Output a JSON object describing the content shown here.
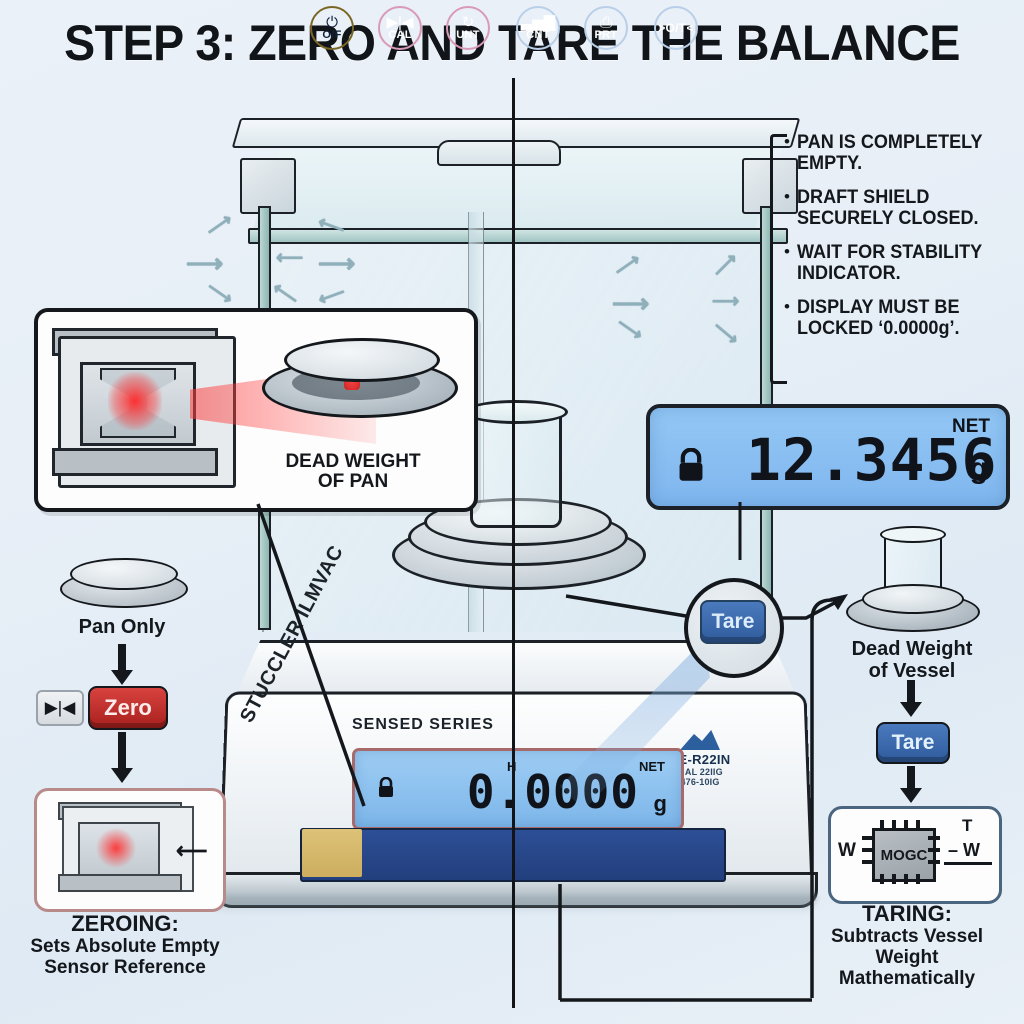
{
  "title": "STEP 3: ZERO AND TARE THE BALANCE",
  "checklist": {
    "bullet": "•",
    "items": [
      "PAN IS COMPLETELY EMPTY.",
      "DRAFT SHIELD SECURELY CLOSED.",
      "WAIT FOR STABILITY INDICATOR.",
      "DISPLAY MUST BE LOCKED ‘0.0000g’."
    ]
  },
  "net_display": {
    "value": "12.3456",
    "unit": "g",
    "tag": "NET",
    "lock_icon": "lock-icon"
  },
  "balance": {
    "brand": "STUCCLER ILMVAC",
    "series": "SENSED SERIES",
    "model": "SE-R22IN",
    "model_sub_1": "MAL 22IIG",
    "model_sub_2": "476-10IG",
    "main_display": {
      "value": "0.0000",
      "unit": "g",
      "tag_net": "NET",
      "tag_h": "H",
      "lock_icon": "lock-icon"
    },
    "keys": [
      {
        "label": "O/F",
        "glyph": "⏻",
        "style": "power"
      },
      {
        "label": "CAL",
        "glyph": "▶|◀",
        "style": "pink"
      },
      {
        "label": "UNT",
        "glyph": "↻",
        "style": "pink"
      },
      {
        "label": "CNT",
        "glyph": "▃▅▇",
        "style": "blue"
      },
      {
        "label": "PRT",
        "glyph": "⎙",
        "style": "blue"
      },
      {
        "label": ">O/T<",
        "glyph": "",
        "style": "blue"
      }
    ]
  },
  "inset": {
    "caption_line1": "DEAD WEIGHT",
    "caption_line2": "OF PAN"
  },
  "zeroing": {
    "source_label": "Pan Only",
    "button_label": "Zero",
    "button_icon": "▶|◀",
    "caption_head": "ZEROING:",
    "caption_line1": "Sets Absolute Empty",
    "caption_line2": "Sensor Reference"
  },
  "taring": {
    "source_line1": "Dead Weight",
    "source_line2": "of Vessel",
    "button_label": "Tare",
    "chip_label": "MOGC",
    "chip_left": "W",
    "chip_top": "T",
    "chip_minus": "– W",
    "caption_head": "TARING:",
    "caption_line1": "Subtracts Vessel",
    "caption_line2": "Weight",
    "caption_line3": "Mathematically"
  },
  "magnifier": {
    "button_label": "Tare"
  },
  "colors": {
    "background": "#e8eff7",
    "ink": "#14181c",
    "lcd_blue": "#8fc3f0",
    "zero_red": "#bc2d29",
    "tare_blue": "#3a68ad",
    "keypad_blue": "#2a4a8e",
    "power_tan": "#d4b569",
    "glow_red": "#ff2d2d"
  }
}
